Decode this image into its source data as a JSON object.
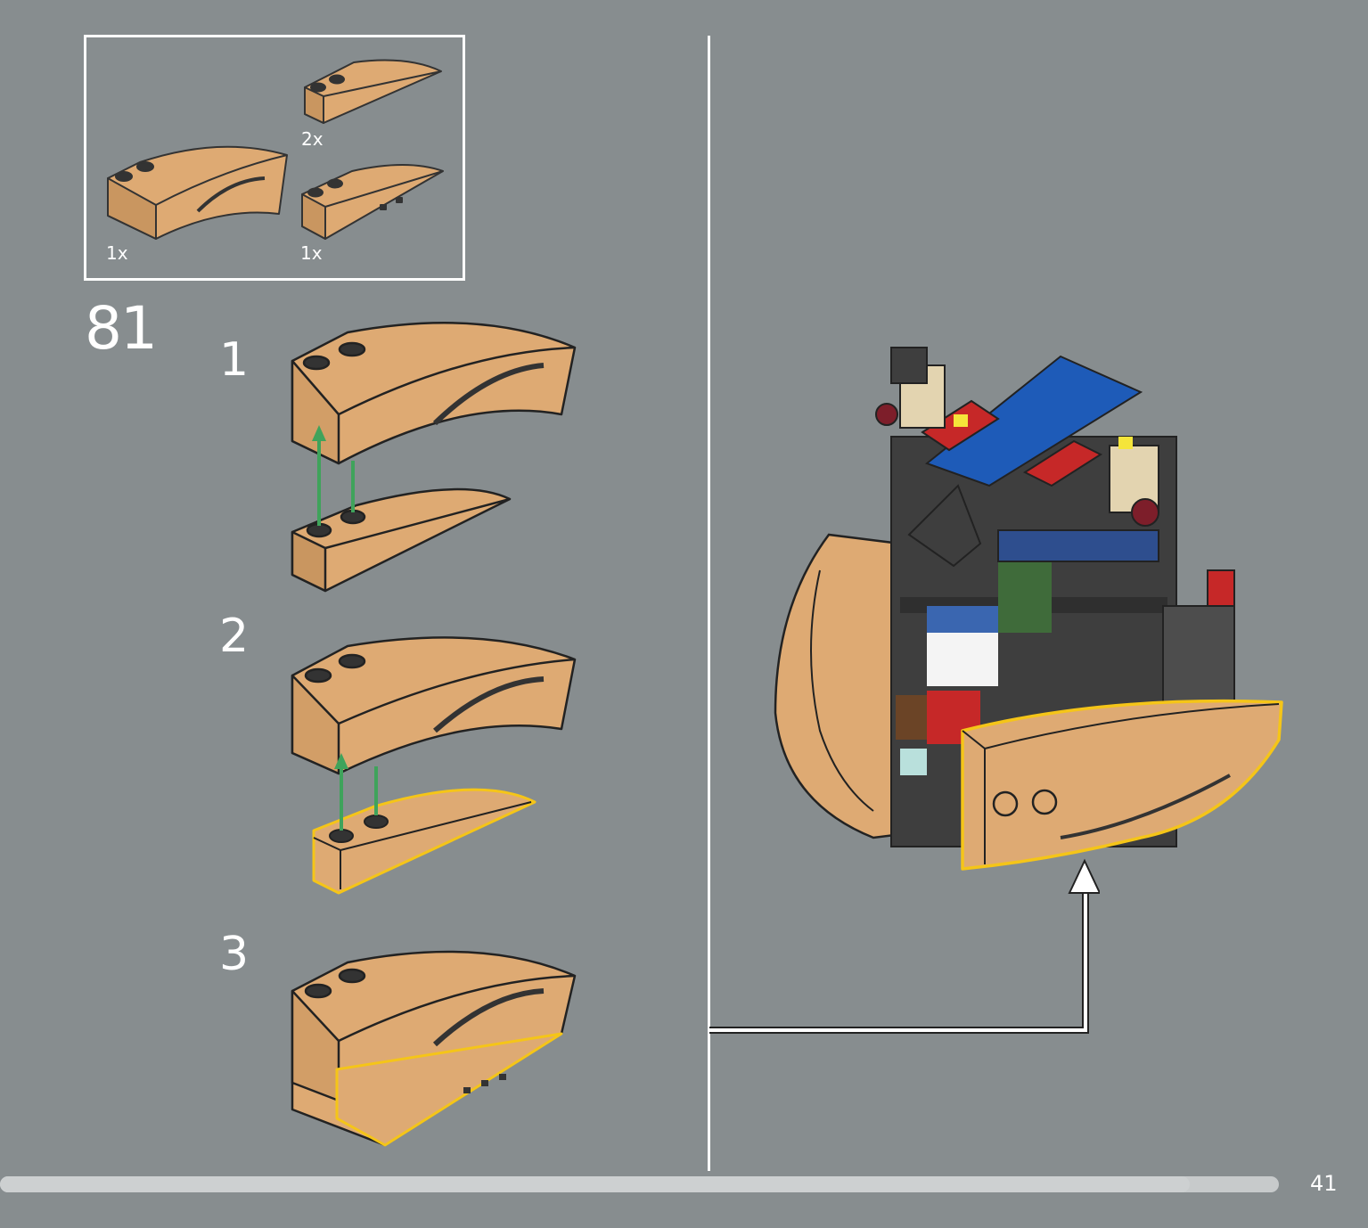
{
  "parts_list": {
    "items": [
      {
        "part": "wedge-slope-curved-large",
        "quantity": "1x"
      },
      {
        "part": "wedge-slope-small",
        "quantity": "2x"
      },
      {
        "part": "wedge-slope-small-with-studs-underneath",
        "quantity": "1x"
      }
    ]
  },
  "step": {
    "number": "81",
    "substeps": [
      {
        "label": "1"
      },
      {
        "label": "2"
      },
      {
        "label": "3"
      }
    ]
  },
  "colors": {
    "background": "#878d8f",
    "brick_tan": "#deaa73",
    "outline": "#222222",
    "highlight": "#f5c518",
    "arrow_green": "#3fa35b",
    "accent_white": "#ffffff"
  },
  "progress": {
    "fraction": 0.93
  },
  "page": {
    "number": "41"
  }
}
